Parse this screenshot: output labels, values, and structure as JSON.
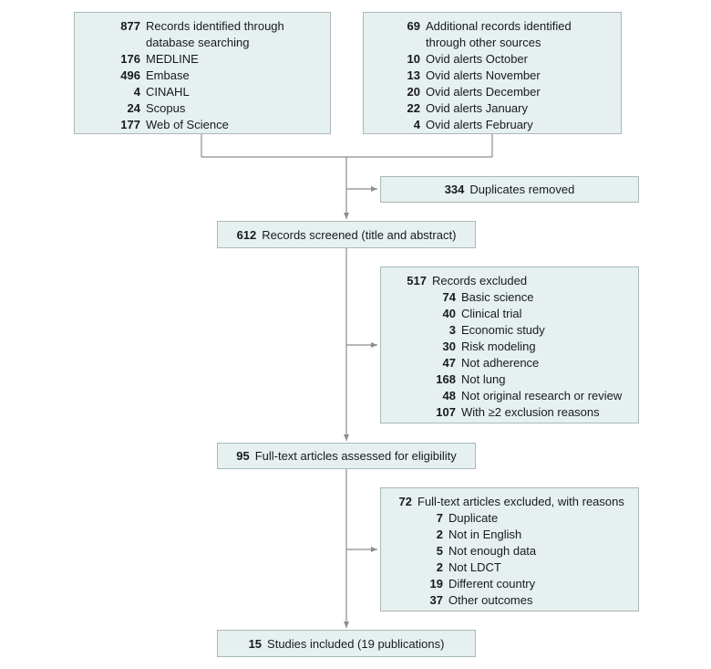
{
  "db_search": {
    "header": {
      "num": "877",
      "text": "Records identified through database searching"
    },
    "items": [
      {
        "num": "176",
        "text": "MEDLINE"
      },
      {
        "num": "496",
        "text": "Embase"
      },
      {
        "num": "4",
        "text": "CINAHL"
      },
      {
        "num": "24",
        "text": "Scopus"
      },
      {
        "num": "177",
        "text": "Web of Science"
      }
    ]
  },
  "other_sources": {
    "header": {
      "num": "69",
      "text": "Additional records identified through other sources"
    },
    "items": [
      {
        "num": "10",
        "text": "Ovid alerts October"
      },
      {
        "num": "13",
        "text": "Ovid alerts November"
      },
      {
        "num": "20",
        "text": "Ovid alerts December"
      },
      {
        "num": "22",
        "text": "Ovid alerts January"
      },
      {
        "num": "4",
        "text": "Ovid alerts February"
      }
    ]
  },
  "duplicates": {
    "num": "334",
    "text": "Duplicates removed"
  },
  "screened": {
    "num": "612",
    "text": "Records screened (title and abstract)"
  },
  "excluded_records": {
    "header": {
      "num": "517",
      "text": "Records excluded"
    },
    "items": [
      {
        "num": "74",
        "text": "Basic science"
      },
      {
        "num": "40",
        "text": "Clinical trial"
      },
      {
        "num": "3",
        "text": "Economic study"
      },
      {
        "num": "30",
        "text": "Risk modeling"
      },
      {
        "num": "47",
        "text": "Not adherence"
      },
      {
        "num": "168",
        "text": "Not lung"
      },
      {
        "num": "48",
        "text": "Not original research or review"
      },
      {
        "num": "107",
        "text": "With ≥2 exclusion reasons"
      }
    ]
  },
  "fulltext": {
    "num": "95",
    "text": "Full-text articles assessed for eligibility"
  },
  "excluded_fulltext": {
    "header": {
      "num": "72",
      "text": "Full-text articles excluded, with reasons"
    },
    "items": [
      {
        "num": "7",
        "text": "Duplicate"
      },
      {
        "num": "2",
        "text": "Not in English"
      },
      {
        "num": "5",
        "text": "Not enough data"
      },
      {
        "num": "2",
        "text": "Not LDCT"
      },
      {
        "num": "19",
        "text": "Different country"
      },
      {
        "num": "37",
        "text": "Other outcomes"
      }
    ]
  },
  "included": {
    "num": "15",
    "text": "Studies included (19 publications)"
  },
  "colors": {
    "box_fill": "#e6f0f0",
    "box_border": "#a9b8b8",
    "line": "#8c8c8c"
  }
}
